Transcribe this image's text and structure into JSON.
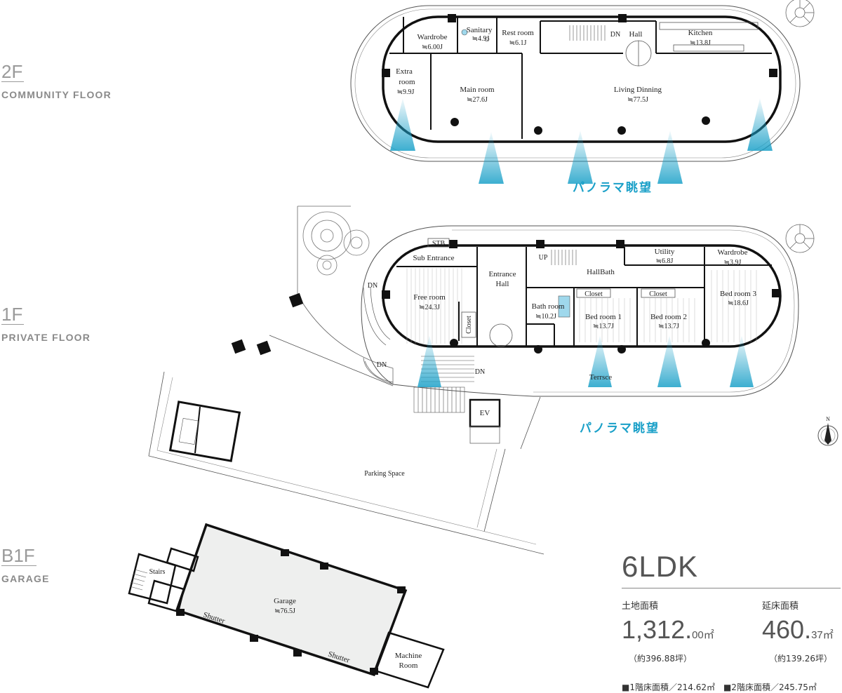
{
  "floors": {
    "f2": {
      "code": "2F",
      "name": "COMMUNITY FLOOR"
    },
    "f1": {
      "code": "1F",
      "name": "PRIVATE FLOOR"
    },
    "b1": {
      "code": "B1F",
      "name": "GARAGE"
    }
  },
  "rooms2f": {
    "wardrobe": {
      "name": "Wardrobe",
      "size": "≒6.00J"
    },
    "sanitary": {
      "name": "Sanitary",
      "size": "≒4.9J"
    },
    "rest": {
      "name": "Rest room",
      "size": "≒6.1J"
    },
    "hall": {
      "name": "Hall"
    },
    "kitchen": {
      "name": "Kitchen",
      "size": "≒13.8J"
    },
    "extra": {
      "name1": "Extra",
      "name2": "room",
      "size": "≒9.9J"
    },
    "main": {
      "name": "Main room",
      "size": "≒27.6J"
    },
    "living": {
      "name": "Living Dinning",
      "size": "≒77.5J"
    },
    "dn": "DN"
  },
  "rooms1f": {
    "stb": "STB",
    "sub_entrance": "Sub Entrance",
    "entrance": {
      "name1": "Entrance",
      "name2": "Hall"
    },
    "hallbath": "HallBath",
    "utility": {
      "name": "Utility",
      "size": "≒6.8J"
    },
    "wardrobe": {
      "name": "Wardrobe",
      "size": "≒3.9J"
    },
    "free": {
      "name": "Free room",
      "size": "≒24.3J"
    },
    "closet_v": "Closet",
    "bath": {
      "name": "Bath room",
      "size": "≒10.2J"
    },
    "bed1": {
      "name": "Bed room 1",
      "size": "≒13.7J",
      "closet": "Closet"
    },
    "bed2": {
      "name": "Bed room 2",
      "size": "≒13.7J",
      "closet": "Closet"
    },
    "bed3": {
      "name": "Bed room 3",
      "size": "≒18.6J"
    },
    "terrace": "Terrsce",
    "ev": "EV",
    "parking": "Parking Space",
    "up": "UP",
    "dn": "DN"
  },
  "roomsb1": {
    "stairs": "Stairs",
    "garage": {
      "name": "Garage",
      "size": "≒76.5J"
    },
    "shutter": "Shutter",
    "machine": {
      "name1": "Machine",
      "name2": "Room"
    }
  },
  "panorama": "パノラマ眺望",
  "compass": {
    "north": "N"
  },
  "summary": {
    "type": "6LDK",
    "land": {
      "label": "土地面積",
      "value": "1,312.",
      "decimal": "00",
      "unit": "㎡",
      "tsubo": "（約396.88坪）"
    },
    "floor": {
      "label": "延床面積",
      "value": "460.",
      "decimal": "37",
      "unit": "㎡",
      "tsubo": "（約139.26坪）"
    },
    "f1_area": "■1階床面積／214.62㎡",
    "f2_area": "■2階床面積／245.75㎡"
  },
  "colors": {
    "wall": "#111111",
    "panorama": "#1aa0c8",
    "garage_fill": "#eeefee",
    "label_gray": "#9a9a9a"
  }
}
